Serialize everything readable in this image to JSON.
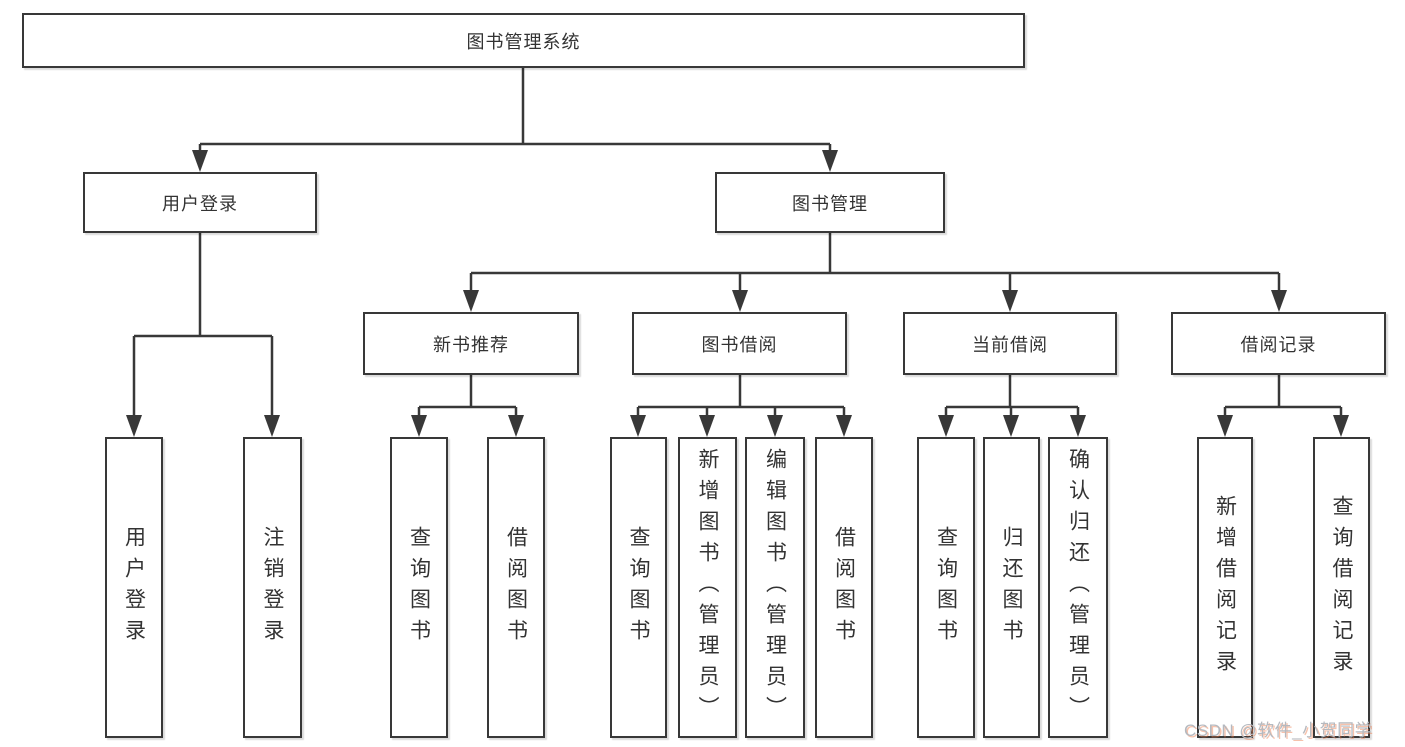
{
  "diagram": {
    "root": {
      "label": "图书管理系统"
    },
    "branches": [
      {
        "label": "用户登录",
        "children": [
          {
            "label": "用户登录"
          },
          {
            "label": "注销登录"
          }
        ]
      },
      {
        "label": "图书管理",
        "children": [
          {
            "label": "新书推荐",
            "children": [
              {
                "label": "查询图书"
              },
              {
                "label": "借阅图书"
              }
            ]
          },
          {
            "label": "图书借阅",
            "children": [
              {
                "label": "查询图书"
              },
              {
                "label": "新增图书（管理员）"
              },
              {
                "label": "编辑图书（管理员）"
              },
              {
                "label": "借阅图书"
              }
            ]
          },
          {
            "label": "当前借阅",
            "children": [
              {
                "label": "查询图书"
              },
              {
                "label": "归还图书"
              },
              {
                "label": "确认归还（管理员）"
              }
            ]
          },
          {
            "label": "借阅记录",
            "children": [
              {
                "label": "新增借阅记录"
              },
              {
                "label": "查询借阅记录"
              }
            ]
          }
        ]
      }
    ]
  },
  "watermark": {
    "text": "CSDN @软件_小贺同学"
  },
  "colors": {
    "line": "#383838",
    "box_border": "#383838",
    "text": "#333333",
    "background": "#ffffff",
    "watermark_text": "#b5b9bf"
  }
}
